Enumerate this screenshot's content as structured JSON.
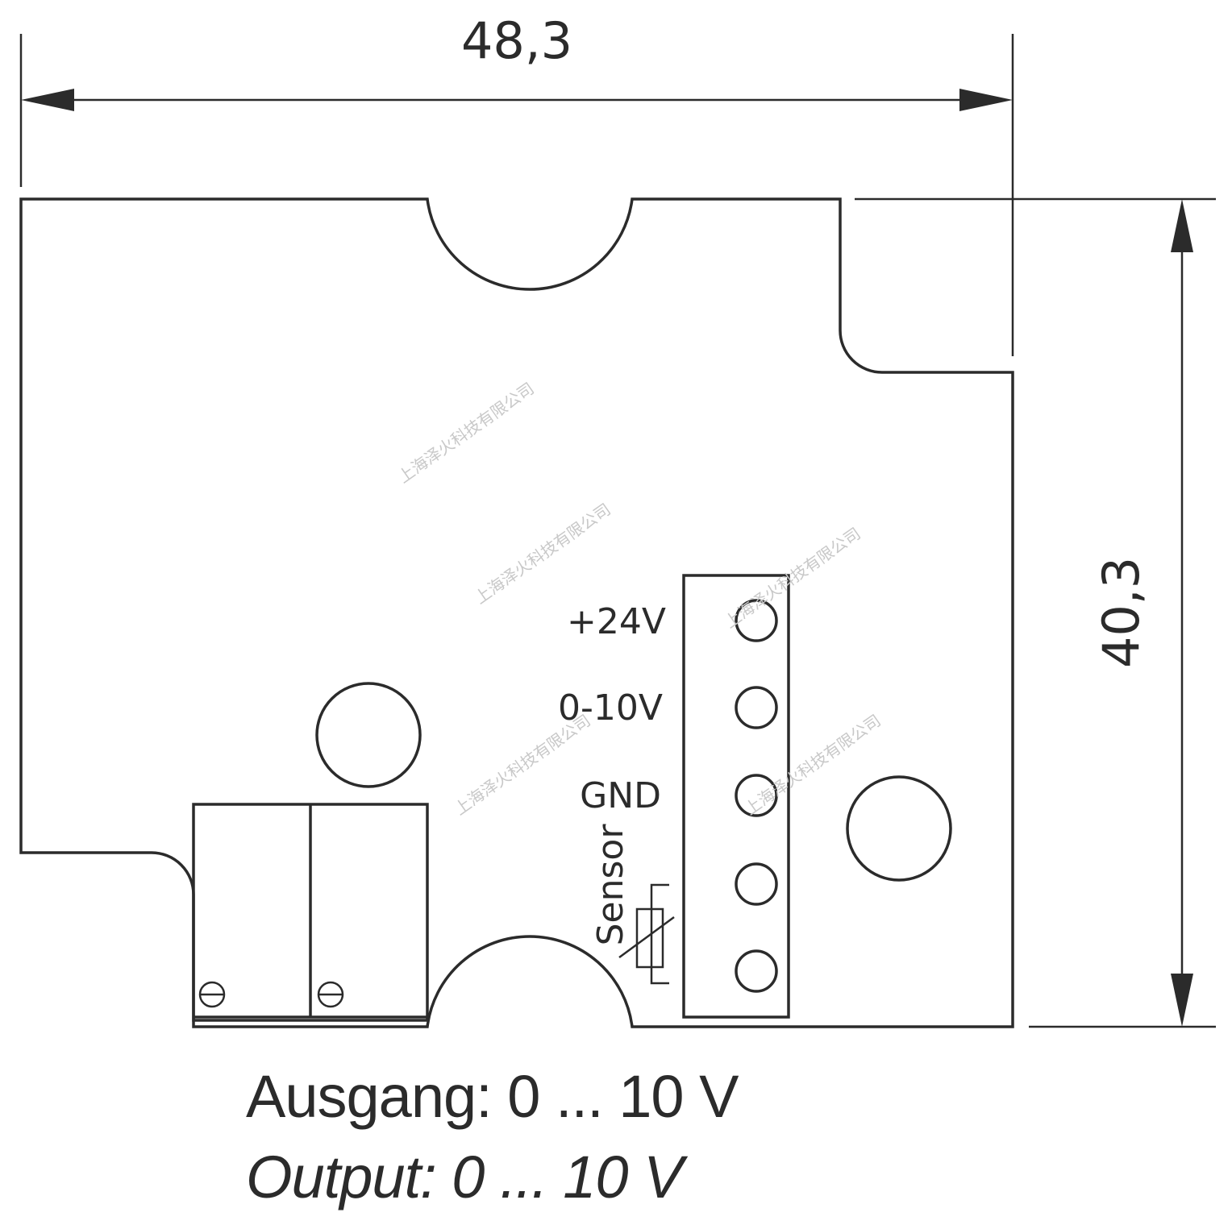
{
  "dimensions": {
    "width_label": "48,3",
    "height_label": "40,3"
  },
  "terminal_labels": {
    "pin1": "+24V",
    "pin2": "0-10V",
    "pin3": "GND",
    "sensor": "Sensor"
  },
  "captions": {
    "german": "Ausgang: 0 ... 10 V",
    "english": "Output: 0 ... 10 V"
  },
  "watermark": {
    "text": "上海泽火科技有限公司"
  }
}
